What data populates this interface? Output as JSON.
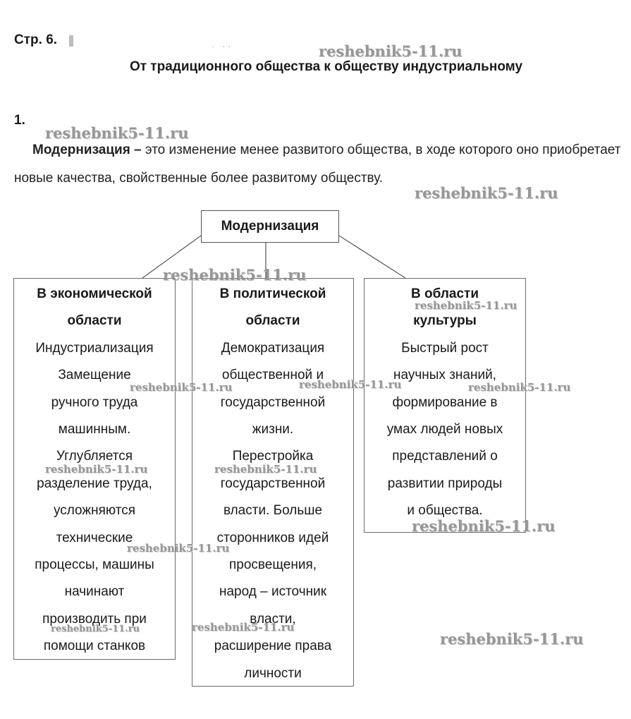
{
  "header": {
    "page_ref": "Стр. 6.",
    "title": "От традиционного общества к обществу индустриальному"
  },
  "task": {
    "number": "1.",
    "definition_term": "Модернизация –",
    "definition_text": " это изменение менее развитого общества, в ходе которого оно приобретает новые качества, свойственные более развитому обществу."
  },
  "diagram": {
    "root": "Модернизация",
    "branches": [
      {
        "heading_lines": [
          "В экономической",
          "области"
        ],
        "body_lines": [
          "Индустриализация",
          "Замещение",
          "ручного труда",
          "машинным.",
          "Углубляется",
          "разделение труда,",
          "усложняются",
          "технические",
          "процессы, машины",
          "начинают",
          "производить при",
          "помощи станков"
        ]
      },
      {
        "heading_lines": [
          "В политической",
          "области"
        ],
        "body_lines": [
          "Демократизация",
          "общественной и",
          "государственной",
          "жизни.",
          "Перестройка",
          "государственной",
          "власти. Больше",
          "сторонников идей",
          "просвещения,",
          "народ – источник",
          "власти,",
          "расширение права",
          "личности"
        ]
      },
      {
        "heading_lines": [
          "В области",
          "культуры"
        ],
        "body_lines": [
          "Быстрый рост",
          "научных знаний,",
          "формирование в",
          "умах людей новых",
          "представлений о",
          "развитии природы",
          "и общества."
        ]
      }
    ]
  },
  "watermark": {
    "text": "reshebnik5-11.ru"
  }
}
